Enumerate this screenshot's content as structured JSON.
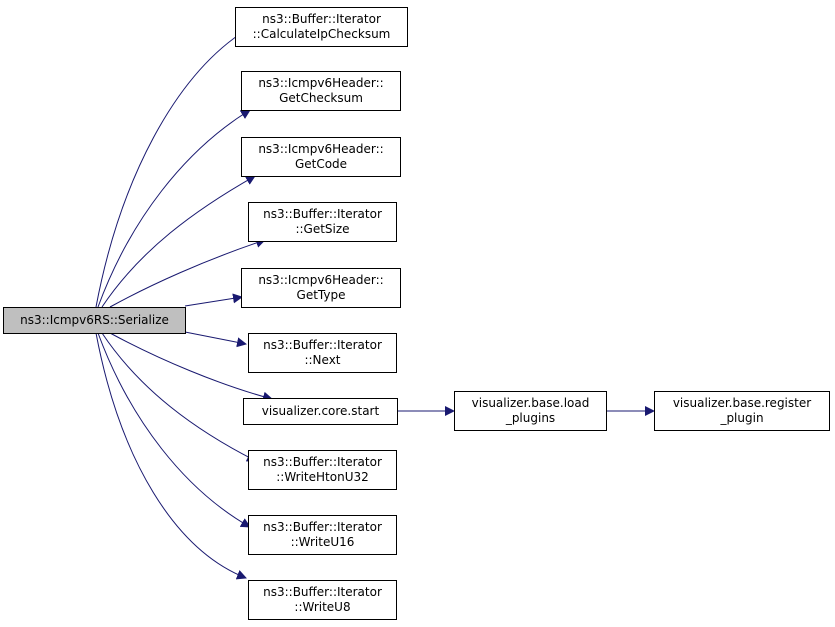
{
  "colors": {
    "edge": "#191970",
    "root_fill": "#bfbfbf",
    "node_fill": "#ffffff",
    "border": "#000000"
  },
  "nodes": {
    "root": {
      "lines": [
        "ns3::Icmpv6RS::Serialize"
      ]
    },
    "calc_ip_checksum": {
      "lines": [
        "ns3::Buffer::Iterator",
        "::CalculateIpChecksum"
      ]
    },
    "get_checksum": {
      "lines": [
        "ns3::Icmpv6Header::",
        "GetChecksum"
      ]
    },
    "get_code": {
      "lines": [
        "ns3::Icmpv6Header::",
        "GetCode"
      ]
    },
    "get_size": {
      "lines": [
        "ns3::Buffer::Iterator",
        "::GetSize"
      ]
    },
    "get_type": {
      "lines": [
        "ns3::Icmpv6Header::",
        "GetType"
      ]
    },
    "next": {
      "lines": [
        "ns3::Buffer::Iterator",
        "::Next"
      ]
    },
    "core_start": {
      "lines": [
        "visualizer.core.start"
      ]
    },
    "load_plugins": {
      "lines": [
        "visualizer.base.load",
        "_plugins"
      ]
    },
    "register_plugin": {
      "lines": [
        "visualizer.base.register",
        "_plugin"
      ]
    },
    "write_hton_u32": {
      "lines": [
        "ns3::Buffer::Iterator",
        "::WriteHtonU32"
      ]
    },
    "write_u16": {
      "lines": [
        "ns3::Buffer::Iterator",
        "::WriteU16"
      ]
    },
    "write_u8": {
      "lines": [
        "ns3::Buffer::Iterator",
        "::WriteU8"
      ]
    }
  }
}
